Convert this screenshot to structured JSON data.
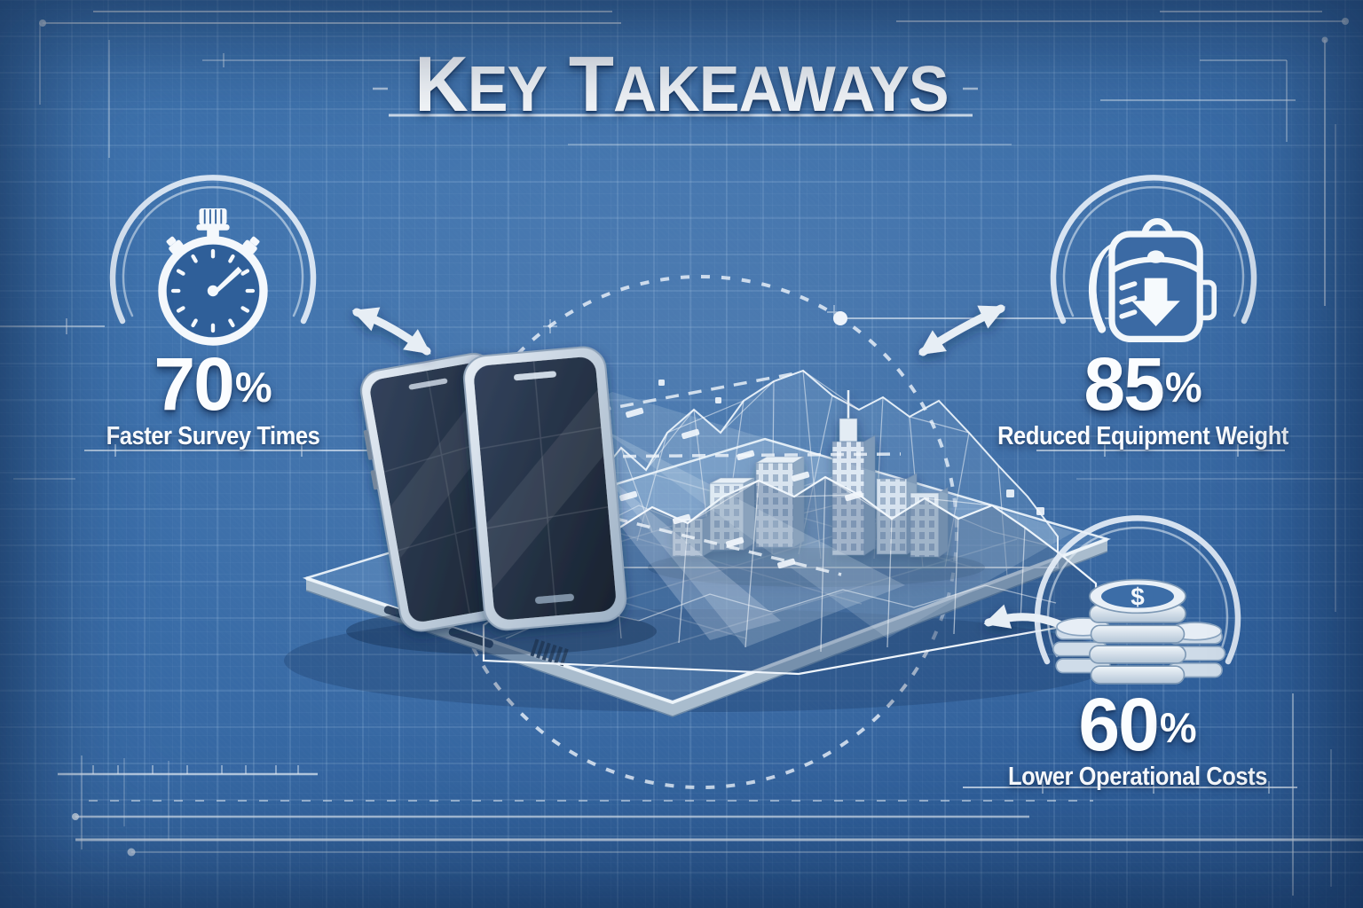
{
  "title": {
    "words": [
      "KEY",
      "TAKEAWAYS"
    ]
  },
  "stats": [
    {
      "id": "survey-time",
      "icon": "stopwatch-icon",
      "value": "70",
      "unit": "%",
      "label": "Faster Survey Times"
    },
    {
      "id": "equipment-weight",
      "icon": "backpack-down-arrow-icon",
      "value": "85",
      "unit": "%",
      "label": "Reduced Equipment Weight"
    },
    {
      "id": "operational-costs",
      "icon": "coin-stack-icon",
      "value": "60",
      "unit": "%",
      "label": "Lower Operational Costs"
    }
  ],
  "colors": {
    "background": "#3a6da8",
    "grid_line": "#c3dcf5",
    "text": "#fbfdff",
    "line_work": "#e9f1f9",
    "phone_screen": "#1c2838",
    "phone_frame": "#d4dde7"
  }
}
